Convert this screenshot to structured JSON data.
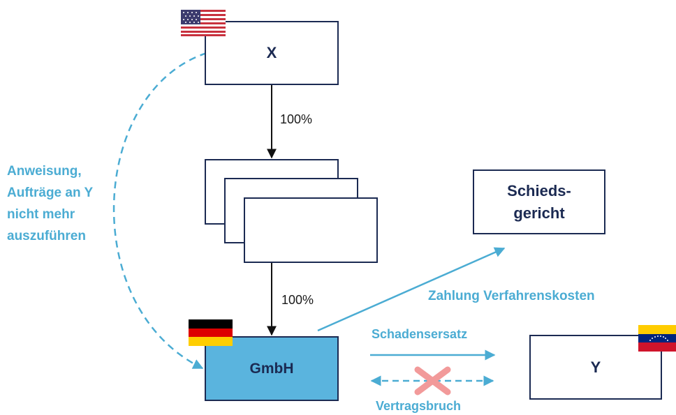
{
  "entities": {
    "x": "X",
    "gmbh": "GmbH",
    "schiedsgericht_line1": "Schieds-",
    "schiedsgericht_line2": "gericht",
    "y": "Y"
  },
  "ownership": {
    "top": "100%",
    "bottom": "100%"
  },
  "labels": {
    "instruction": [
      "Anweisung,",
      "Aufträge an Y",
      "nicht mehr",
      "auszuführen"
    ],
    "payment": "Zahlung Verfahrenskosten",
    "damages": "Schadensersatz",
    "breach": "Vertragsbruch"
  },
  "colors": {
    "navy": "#1b2a52",
    "accent_blue": "#4bacd3",
    "gmbh_fill": "#5ab4de",
    "cross_red": "#f29a9a"
  },
  "flags": {
    "x": "usa-flag",
    "gmbh": "germany-flag",
    "y": "venezuela-flag"
  }
}
